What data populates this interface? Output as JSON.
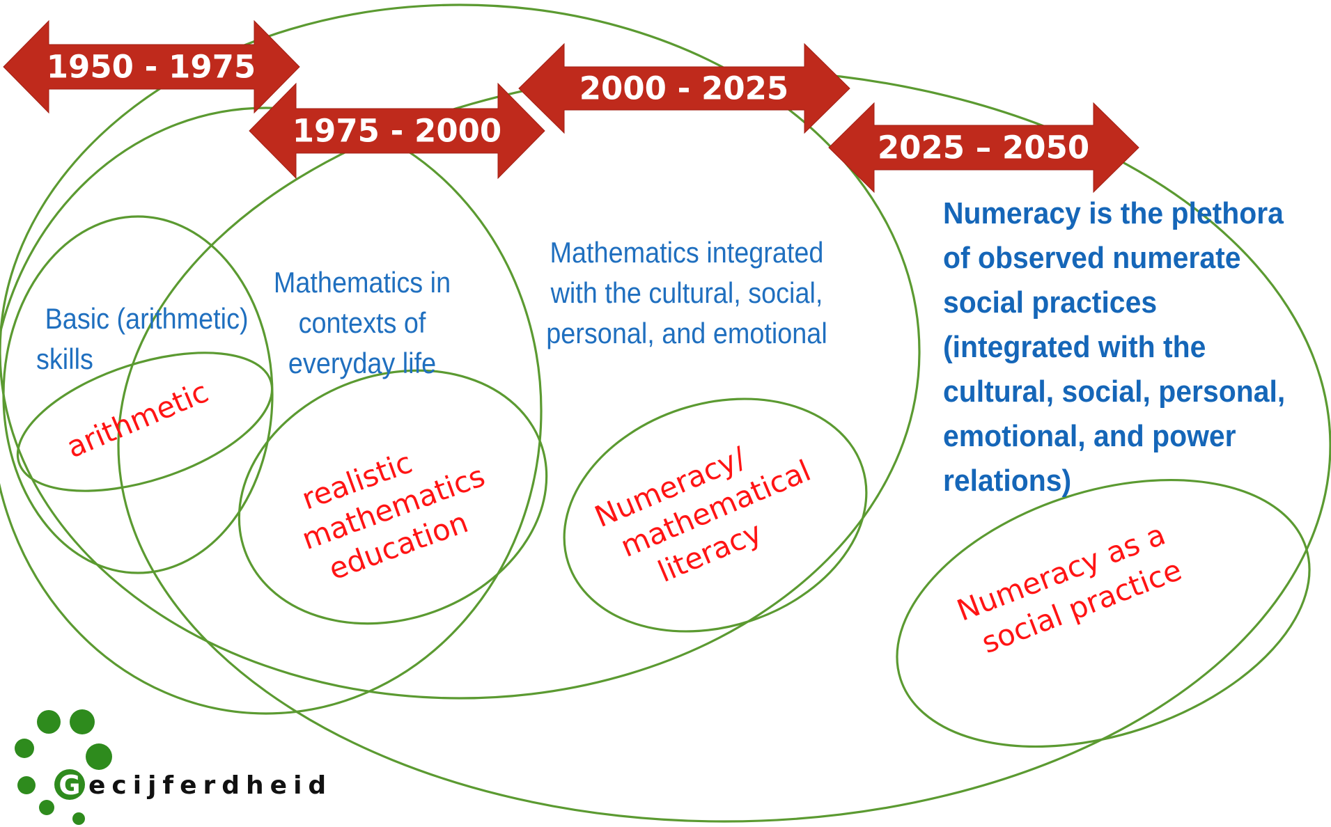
{
  "periods": [
    {
      "label": "1950 - 1975"
    },
    {
      "label": "1975 - 2000"
    },
    {
      "label": "2000 - 2025"
    },
    {
      "label": "2025 – 2050"
    }
  ],
  "descriptions": [
    {
      "lines": [
        "Basic (arithmetic)",
        "skills"
      ]
    },
    {
      "lines": [
        "Mathematics in",
        "contexts of",
        "everyday life"
      ]
    },
    {
      "lines": [
        "Mathematics  integrated",
        "with the cultural, social,",
        "personal, and emotional"
      ]
    },
    {
      "lines": [
        "Numeracy is the plethora",
        "of observed numerate",
        "social practices",
        "(integrated with the",
        "cultural, social, personal,",
        "emotional, and power",
        "relations)"
      ]
    }
  ],
  "terms": [
    {
      "lines": [
        "arithmetic"
      ]
    },
    {
      "lines": [
        "realistic",
        "mathematics",
        "education"
      ]
    },
    {
      "lines": [
        "Numeracy/",
        "mathematical",
        "literacy"
      ]
    },
    {
      "lines": [
        "Numeracy as a",
        "social practice"
      ]
    }
  ],
  "logo": {
    "initial": "G",
    "text": "ecijferdheid"
  },
  "colors": {
    "ellipse_stroke": "#5b9a31",
    "arrow_fill": "#bf2a1c",
    "description_text": "#1f6fbf",
    "term_text": "#ff1414",
    "logo_green": "#2e8b1d"
  }
}
